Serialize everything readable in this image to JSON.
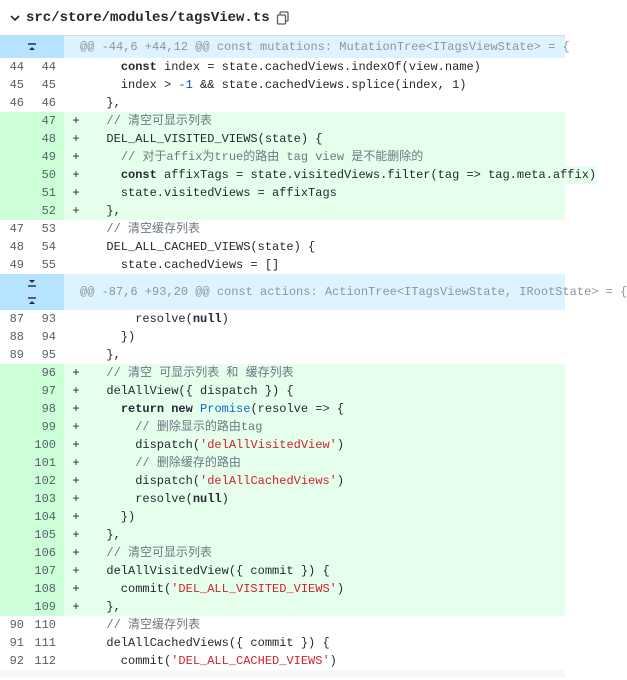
{
  "file": {
    "path": "src/store/modules/tagsView.ts"
  },
  "hunks": [
    {
      "header": "@@ -44,6 +44,12 @@ const mutations: MutationTree<ITagsViewState> = {",
      "lines": [
        {
          "type": "ctx",
          "old": "44",
          "new": "44",
          "sign": "",
          "code": "    const index = state.cachedViews.indexOf(view.name)"
        },
        {
          "type": "ctx",
          "old": "45",
          "new": "45",
          "sign": "",
          "code": "    index > -1 && state.cachedViews.splice(index, 1)"
        },
        {
          "type": "ctx",
          "old": "46",
          "new": "46",
          "sign": "",
          "code": "  },"
        },
        {
          "type": "add",
          "old": "",
          "new": "47",
          "sign": "+",
          "code": "  // 清空可显示列表"
        },
        {
          "type": "add",
          "old": "",
          "new": "48",
          "sign": "+",
          "code": "  DEL_ALL_VISITED_VIEWS(state) {"
        },
        {
          "type": "add",
          "old": "",
          "new": "49",
          "sign": "+",
          "code": "    // 对于affix为true的路由 tag view 是不能删除的"
        },
        {
          "type": "add",
          "old": "",
          "new": "50",
          "sign": "+",
          "code": "    const affixTags = state.visitedViews.filter(tag => tag.meta.affix)"
        },
        {
          "type": "add",
          "old": "",
          "new": "51",
          "sign": "+",
          "code": "    state.visitedViews = affixTags"
        },
        {
          "type": "add",
          "old": "",
          "new": "52",
          "sign": "+",
          "code": "  },"
        },
        {
          "type": "ctx",
          "old": "47",
          "new": "53",
          "sign": "",
          "code": "  // 清空缓存列表"
        },
        {
          "type": "ctx",
          "old": "48",
          "new": "54",
          "sign": "",
          "code": "  DEL_ALL_CACHED_VIEWS(state) {"
        },
        {
          "type": "ctx",
          "old": "49",
          "new": "55",
          "sign": "",
          "code": "    state.cachedViews = []"
        }
      ]
    },
    {
      "header": "@@ -87,6 +93,20 @@ const actions: ActionTree<ITagsViewState, IRootState> = {",
      "lines": [
        {
          "type": "ctx",
          "old": "87",
          "new": "93",
          "sign": "",
          "code": "      resolve(null)"
        },
        {
          "type": "ctx",
          "old": "88",
          "new": "94",
          "sign": "",
          "code": "    })"
        },
        {
          "type": "ctx",
          "old": "89",
          "new": "95",
          "sign": "",
          "code": "  },"
        },
        {
          "type": "add",
          "old": "",
          "new": "96",
          "sign": "+",
          "code": "  // 清空 可显示列表 和 缓存列表"
        },
        {
          "type": "add",
          "old": "",
          "new": "97",
          "sign": "+",
          "code": "  delAllView({ dispatch }) {"
        },
        {
          "type": "add",
          "old": "",
          "new": "98",
          "sign": "+",
          "code": "    return new Promise(resolve => {"
        },
        {
          "type": "add",
          "old": "",
          "new": "99",
          "sign": "+",
          "code": "      // 删除显示的路由tag"
        },
        {
          "type": "add",
          "old": "",
          "new": "100",
          "sign": "+",
          "code": "      dispatch('delAllVisitedView')"
        },
        {
          "type": "add",
          "old": "",
          "new": "101",
          "sign": "+",
          "code": "      // 删除缓存的路由"
        },
        {
          "type": "add",
          "old": "",
          "new": "102",
          "sign": "+",
          "code": "      dispatch('delAllCachedViews')"
        },
        {
          "type": "add",
          "old": "",
          "new": "103",
          "sign": "+",
          "code": "      resolve(null)"
        },
        {
          "type": "add",
          "old": "",
          "new": "104",
          "sign": "+",
          "code": "    })"
        },
        {
          "type": "add",
          "old": "",
          "new": "105",
          "sign": "+",
          "code": "  },"
        },
        {
          "type": "add",
          "old": "",
          "new": "106",
          "sign": "+",
          "code": "  // 清空可显示列表"
        },
        {
          "type": "add",
          "old": "",
          "new": "107",
          "sign": "+",
          "code": "  delAllVisitedView({ commit }) {"
        },
        {
          "type": "add",
          "old": "",
          "new": "108",
          "sign": "+",
          "code": "    commit('DEL_ALL_VISITED_VIEWS')"
        },
        {
          "type": "add",
          "old": "",
          "new": "109",
          "sign": "+",
          "code": "  },"
        },
        {
          "type": "ctx",
          "old": "90",
          "new": "110",
          "sign": "",
          "code": "  // 清空缓存列表"
        },
        {
          "type": "ctx",
          "old": "91",
          "new": "111",
          "sign": "",
          "code": "  delAllCachedViews({ commit }) {"
        },
        {
          "type": "ctx",
          "old": "92",
          "new": "112",
          "sign": "",
          "code": "    commit('DEL_ALL_CACHED_VIEWS')"
        }
      ]
    }
  ],
  "icons": {
    "collapse": "chevron-down-icon",
    "copy": "copy-icon",
    "expand_up": "expand-up-icon",
    "expand_down": "expand-down-icon"
  }
}
